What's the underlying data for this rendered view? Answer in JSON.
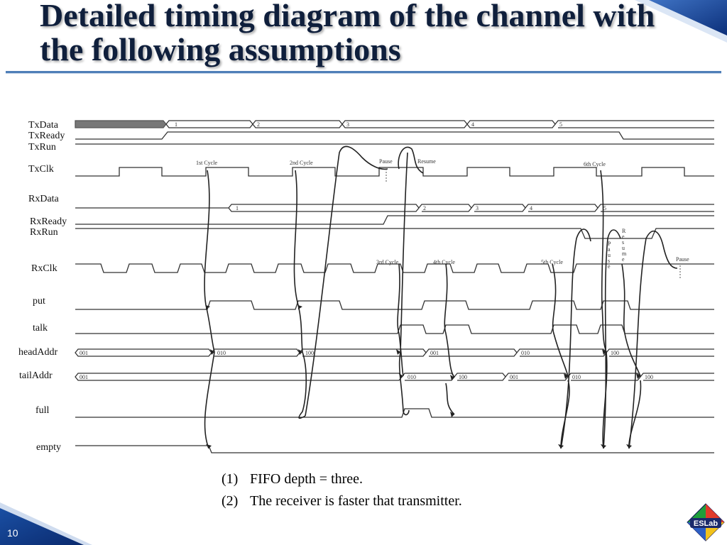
{
  "slide": {
    "title": "Detailed timing diagram of the channel with the following assumptions",
    "number": "10",
    "logo_text": "ESLab"
  },
  "signals": [
    {
      "name": "TxData"
    },
    {
      "name": "TxReady"
    },
    {
      "name": "TxRun"
    },
    {
      "name": "TxClk"
    },
    {
      "name": "RxData"
    },
    {
      "name": "RxReady"
    },
    {
      "name": "RxRun"
    },
    {
      "name": "RxClk"
    },
    {
      "name": "put"
    },
    {
      "name": "talk"
    },
    {
      "name": "headAddr"
    },
    {
      "name": "tailAddr"
    },
    {
      "name": "full"
    },
    {
      "name": "empty"
    }
  ],
  "annotations": {
    "tx_cycles": [
      "1st Cycle",
      "2nd Cycle",
      "6th Cycle"
    ],
    "rx_cycles": [
      "3rd Cycle",
      "4th Cycle",
      "5th Cycle"
    ],
    "pause": "Pause",
    "resume": "Resume",
    "vertical_pause": "Pause",
    "vertical_resume": "Resume"
  },
  "bus_values": {
    "txdata": [
      "1",
      "2",
      "3",
      "4",
      "5"
    ],
    "rxdata": [
      "1",
      "2",
      "3",
      "4",
      "5"
    ],
    "headaddr": [
      "001",
      "010",
      "100",
      "001",
      "010",
      "100"
    ],
    "tailaddr": [
      "001",
      "010",
      "100",
      "001",
      "010",
      "100"
    ]
  },
  "notes": [
    {
      "num": "(1)",
      "text": "FIFO depth = three."
    },
    {
      "num": "(2)",
      "text": "The receiver is faster that transmitter."
    }
  ]
}
